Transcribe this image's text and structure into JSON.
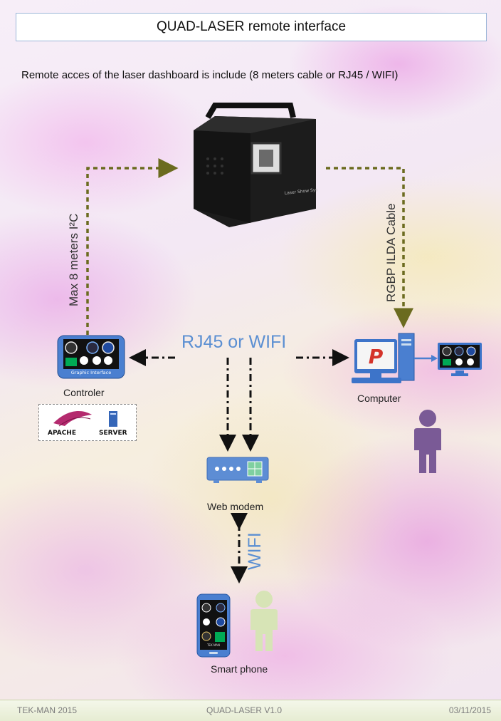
{
  "title": "QUAD-LASER remote interface",
  "subtitle": "Remote acces of the laser dashboard is include (8 meters cable or RJ45 / WIFI)",
  "laser": {
    "front_text": "Laser Show System"
  },
  "labels": {
    "i2c_cable": "Max 8 meters I²C",
    "ilda_cable": "RGBP ILDA Cable",
    "rj45_wifi": "RJ45 or WIFI",
    "wifi": "WIFI",
    "controler": "Controler",
    "computer": "Computer",
    "web_modem": "Web modem",
    "smart_phone": "Smart phone",
    "graphic_interface": "Graphic Interface"
  },
  "logos": {
    "apache": "APACHE",
    "server": "SERVER",
    "tek_man": "TEK MAN",
    "computer_logo": "P"
  },
  "footer": {
    "left": "TEK-MAN 2015",
    "center": "QUAD-LASER V1.0",
    "right": "03/11/2015"
  },
  "colors": {
    "arrow_olive": "#6b6b1f",
    "arrow_black": "#111111",
    "blue_text": "#5b8fd2",
    "person_purple": "#7a5a96",
    "person_green": "#d7e4b6",
    "modem_blue": "#5d8dd4"
  }
}
